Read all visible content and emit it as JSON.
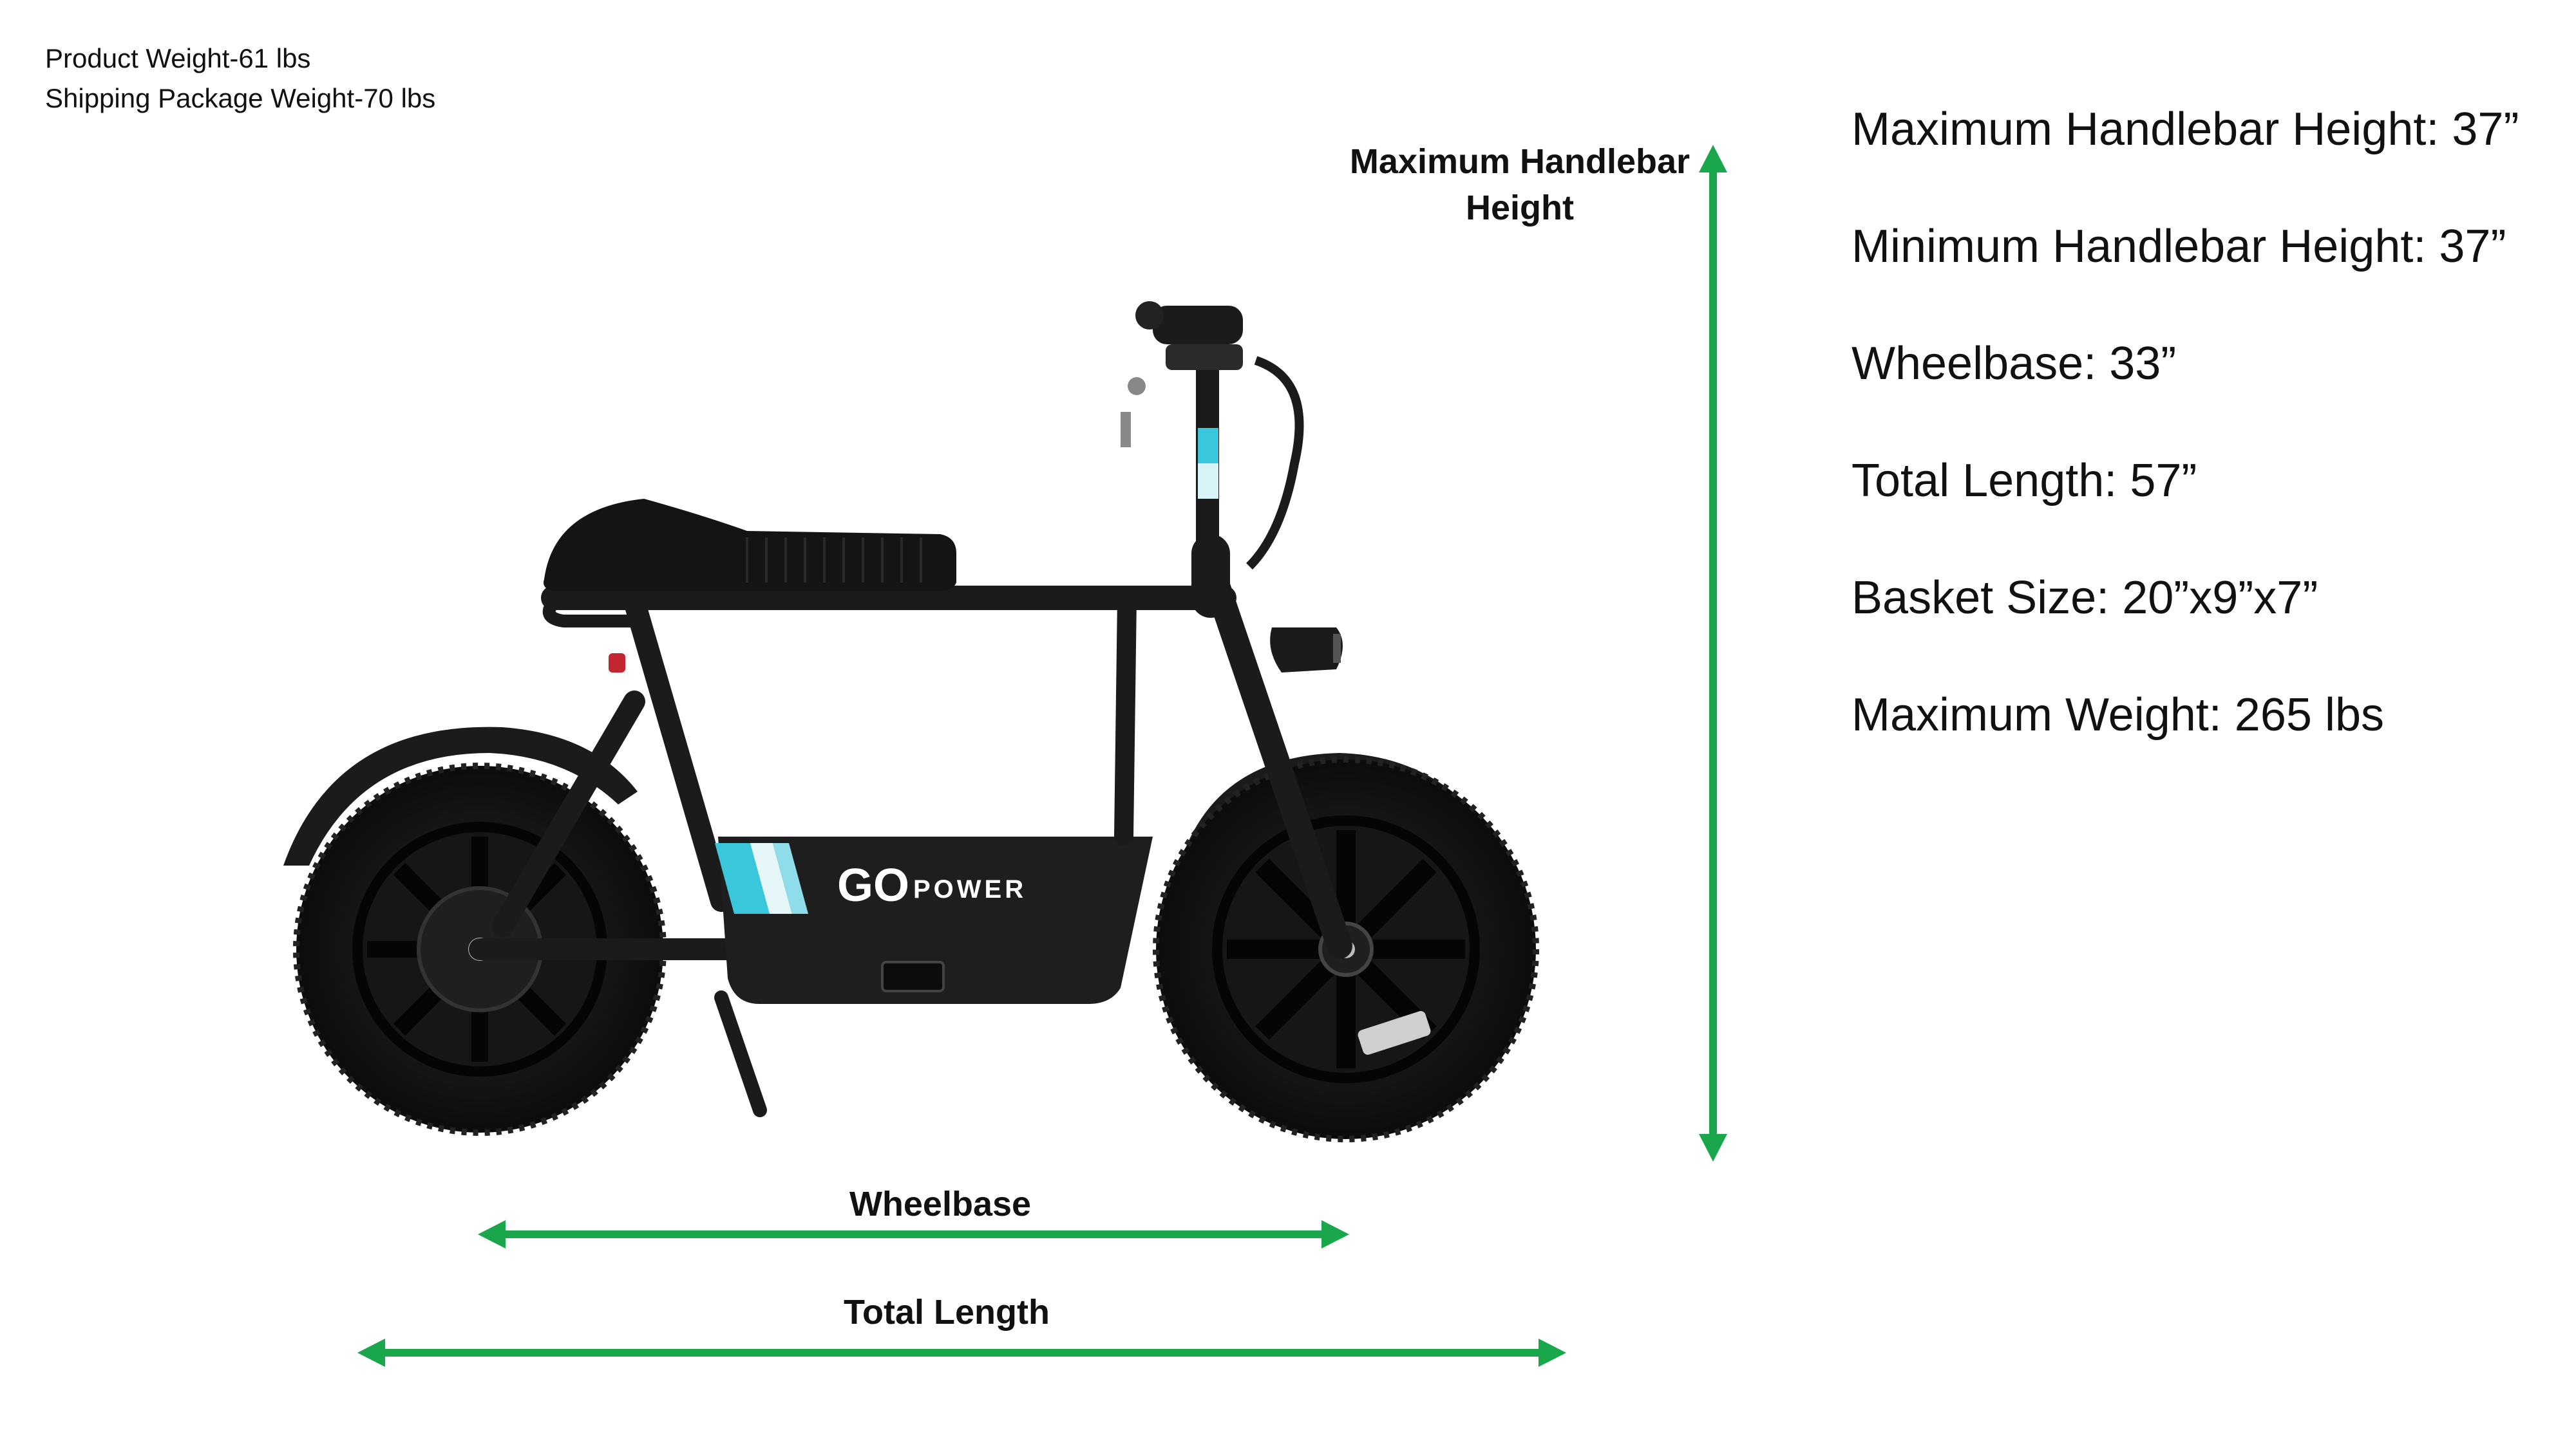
{
  "weights": [
    "Product Weight-61 lbs",
    "Shipping Package Weight-70 lbs"
  ],
  "specs": [
    "Maximum Handlebar Height:  37”",
    "Minimum Handlebar Height:  37”",
    "Wheelbase:  33”",
    "Total Length:  57”",
    "Basket Size:  20”x9”x7”",
    "Maximum Weight: 265 lbs"
  ],
  "dimension_labels": {
    "handlebar_height": "Maximum Handlebar Height",
    "wheelbase": "Wheelbase",
    "total_length": "Total Length"
  },
  "brand": {
    "logo_go": "GO",
    "logo_power": "POWER"
  },
  "colors": {
    "arrow": "#1aa64a",
    "scooter_body": "#1b1b1b",
    "accent_stripe": "#3ac7dc"
  }
}
